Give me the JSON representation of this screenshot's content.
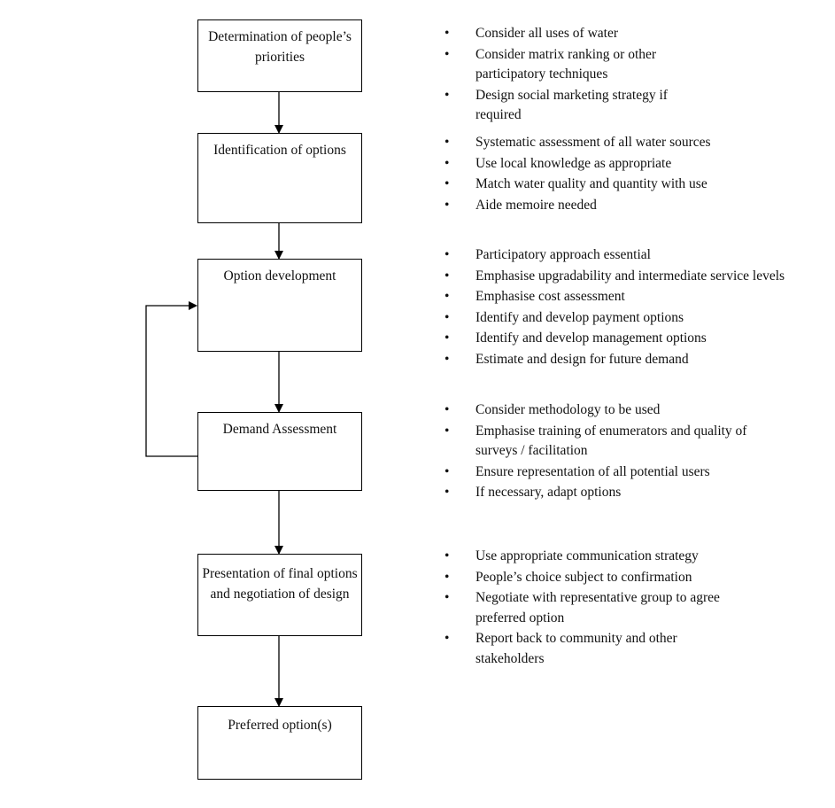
{
  "colors": {
    "stroke": "#000000",
    "text": "#111111",
    "background": "#ffffff"
  },
  "bullet_glyph": "•",
  "boxes": [
    {
      "id": "priorities",
      "label": "Determination of people’s priorities"
    },
    {
      "id": "identification",
      "label": "Identification of options"
    },
    {
      "id": "development",
      "label": "Option development"
    },
    {
      "id": "demand",
      "label": "Demand Assessment"
    },
    {
      "id": "presentation",
      "label": "Presentation of final options and negotiation of design"
    },
    {
      "id": "preferred",
      "label": "Preferred option(s)"
    }
  ],
  "notes": [
    {
      "for": "priorities",
      "items": [
        "Consider all uses of water",
        "Consider matrix ranking or other participatory techniques",
        "Design social marketing strategy if required"
      ]
    },
    {
      "for": "identification",
      "items": [
        "Systematic assessment of all water sources",
        "Use local knowledge as appropriate",
        "Match water quality and quantity with use",
        "Aide memoire needed"
      ]
    },
    {
      "for": "development",
      "items": [
        "Participatory approach essential",
        "Emphasise upgradability and intermediate service levels",
        "Emphasise cost assessment",
        "Identify and develop payment options",
        "Identify and develop management options",
        "Estimate and design for future demand"
      ]
    },
    {
      "for": "demand",
      "items": [
        "Consider methodology to be used",
        "Emphasise training of enumerators and quality of surveys / facilitation",
        "Ensure representation of all potential users",
        "If necessary, adapt options"
      ]
    },
    {
      "for": "presentation",
      "items": [
        "Use appropriate communication strategy",
        "People’s choice subject to confirmation",
        "Negotiate with representative group to agree preferred option",
        "Report back to community and other stakeholders"
      ]
    }
  ]
}
